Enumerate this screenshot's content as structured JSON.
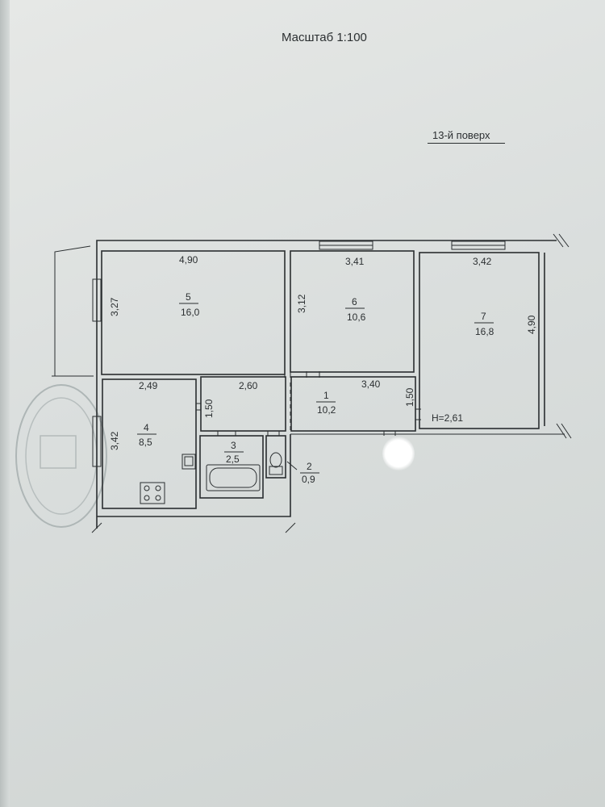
{
  "header": {
    "scale": "Масштаб 1:100",
    "floor": "13-й поверх"
  },
  "rooms": [
    {
      "number": "5",
      "area": "16,0"
    },
    {
      "number": "6",
      "area": "10,6"
    },
    {
      "number": "7",
      "area": "16,8"
    },
    {
      "number": "1",
      "area": "10,2"
    },
    {
      "number": "4",
      "area": "8,5"
    },
    {
      "number": "3",
      "area": "2,5"
    },
    {
      "number": "2",
      "area": "0,9"
    }
  ],
  "dimensions": {
    "room5_width": "4,90",
    "room5_height": "3,27",
    "room6_width": "3,41",
    "room6_height": "3,12",
    "room7_width": "3,42",
    "room7_height": "4,90",
    "room4_width": "2,49",
    "room4_height": "3,42",
    "corridor_left_width": "2,60",
    "corridor_left_height": "1,50",
    "room1_width": "3,40",
    "room1_height": "1,50"
  },
  "ceiling_height": "H=2,61",
  "icons": {
    "stamp": "seal-stamp-icon",
    "stove": "stove-icon",
    "sink": "sink-icon",
    "bathtub": "bathtub-icon",
    "toilet": "toilet-icon"
  }
}
